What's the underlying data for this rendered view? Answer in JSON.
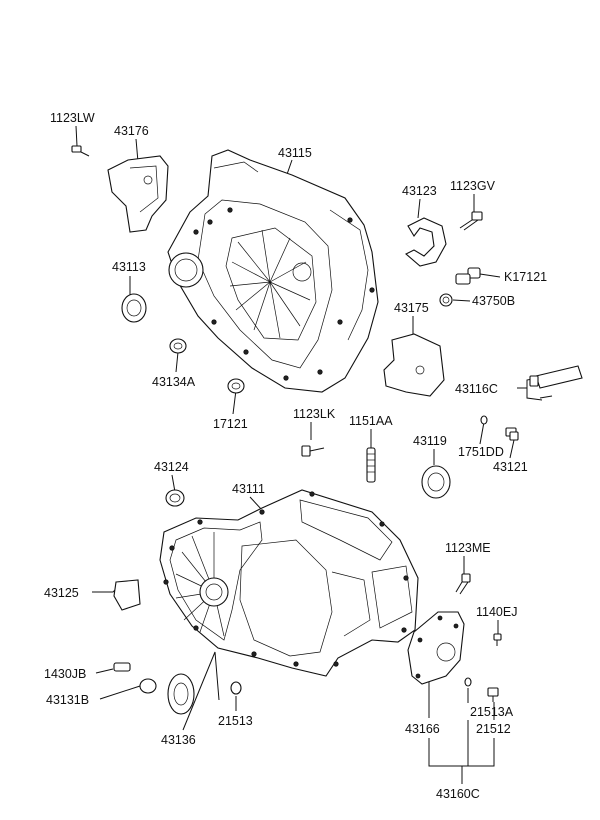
{
  "labels": {
    "p1123LW": "1123LW",
    "p43176": "43176",
    "p43115": "43115",
    "p43123": "43123",
    "p1123GV": "1123GV",
    "p43113": "43113",
    "pK17121": "K17121",
    "p43750B": "43750B",
    "p43175": "43175",
    "p43134A": "43134A",
    "p43116C": "43116C",
    "p17121": "17121",
    "p1123LK": "1123LK",
    "p1151AA": "1151AA",
    "p43119": "43119",
    "p1751DD": "1751DD",
    "p43121": "43121",
    "p43124": "43124",
    "p43111": "43111",
    "p1123ME": "1123ME",
    "p43125": "43125",
    "p1140EJ": "1140EJ",
    "p1430JB": "1430JB",
    "p43131B": "43131B",
    "p21513": "21513",
    "p21513A": "21513A",
    "p43136": "43136",
    "p43166": "43166",
    "p21512": "21512",
    "p43160C": "43160C"
  }
}
